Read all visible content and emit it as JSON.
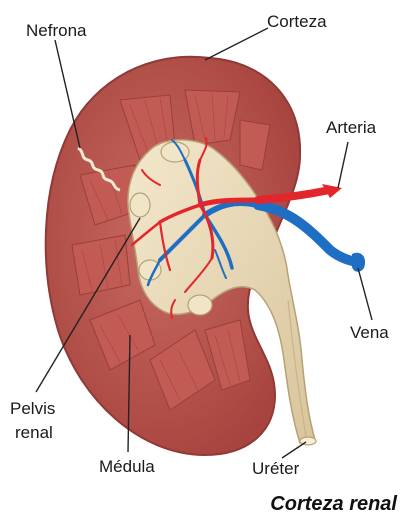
{
  "labels": {
    "nephron": "Nefrona",
    "cortex": "Corteza",
    "artery": "Arteria",
    "vein": "Vena",
    "pelvis_line1": "Pelvis",
    "pelvis_line2": "renal",
    "medulla": "Médula",
    "ureter": "Uréter"
  },
  "caption": "Corteza renal",
  "colors": {
    "cortex": "#b9554f",
    "cortex_edge": "#9b3f3a",
    "medulla": "#c4625a",
    "pelvis": "#ead9b8",
    "artery": "#e3262b",
    "vein": "#1e6fc4"
  }
}
